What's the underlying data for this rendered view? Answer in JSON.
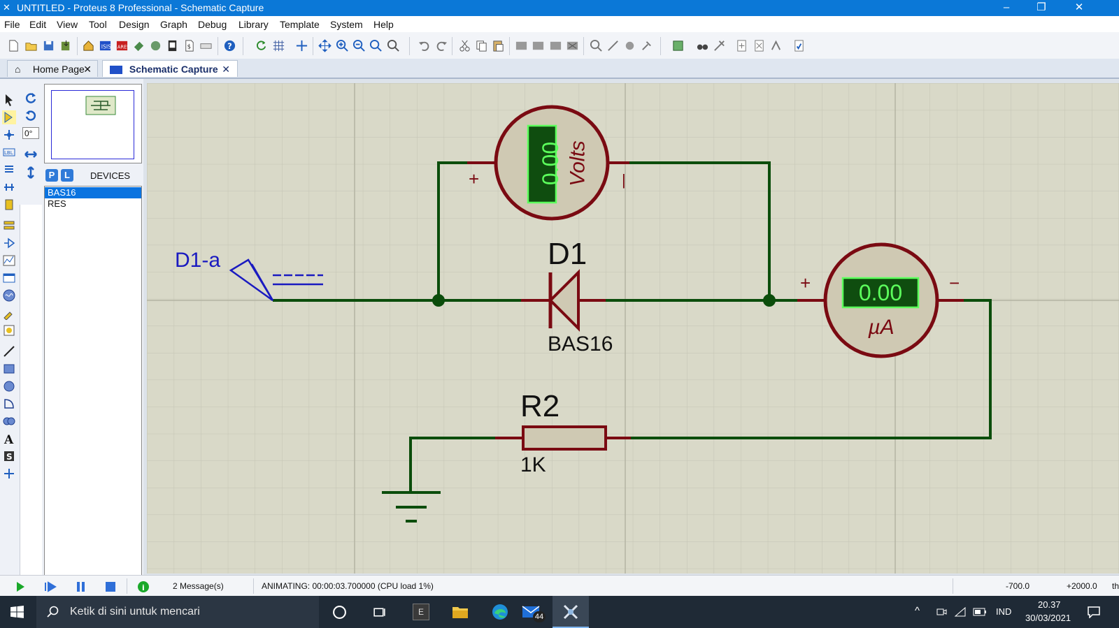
{
  "window": {
    "title": "UNTITLED - Proteus 8 Professional - Schematic Capture"
  },
  "menu": [
    "File",
    "Edit",
    "View",
    "Tool",
    "Design",
    "Graph",
    "Debug",
    "Library",
    "Template",
    "System",
    "Help"
  ],
  "tabs": [
    {
      "label": "Home Page",
      "icon": "home-icon",
      "active": false
    },
    {
      "label": "Schematic Capture",
      "icon": "isis-icon",
      "active": true
    }
  ],
  "sidebar": {
    "rotation_value": "0°",
    "devices_header": "DEVICES",
    "picker_buttons": [
      "P",
      "L"
    ],
    "devices": [
      {
        "name": "BAS16",
        "selected": true
      },
      {
        "name": "RES",
        "selected": false
      }
    ]
  },
  "schematic": {
    "probe_label": "D1-a",
    "diode": {
      "ref": "D1",
      "value": "BAS16"
    },
    "resistor": {
      "ref": "R2",
      "value": "1K"
    },
    "voltmeter": {
      "reading": "0.00",
      "unit": "Volts"
    },
    "ammeter": {
      "reading": "0.00",
      "unit": "µA"
    },
    "plus_sign": "+",
    "minus_sign": "−",
    "bar_sign": "|"
  },
  "status": {
    "messages": "2 Message(s)",
    "animation": "ANIMATING: 00:00:03.700000 (CPU load 1%)",
    "coord_x": "-700.0",
    "coord_y": "+2000.0",
    "units_fragment": "th"
  },
  "taskbar": {
    "search_placeholder": "Ketik di sini untuk mencari",
    "mail_badge": "44",
    "language": "IND",
    "time": "20.37",
    "date": "30/03/2021",
    "e_label": "E"
  },
  "colors": {
    "titlebar": "#0b78d7",
    "canvas_bg": "#d9d9c8",
    "grid": "#c4c4b3",
    "wire": "#0b4d0b",
    "component": "#7a0a12",
    "meter_face": "#cfc9b3",
    "lcd_bg": "#0f4d0f",
    "lcd_text": "#5cff5c",
    "label_blue": "#1a1ac0"
  }
}
